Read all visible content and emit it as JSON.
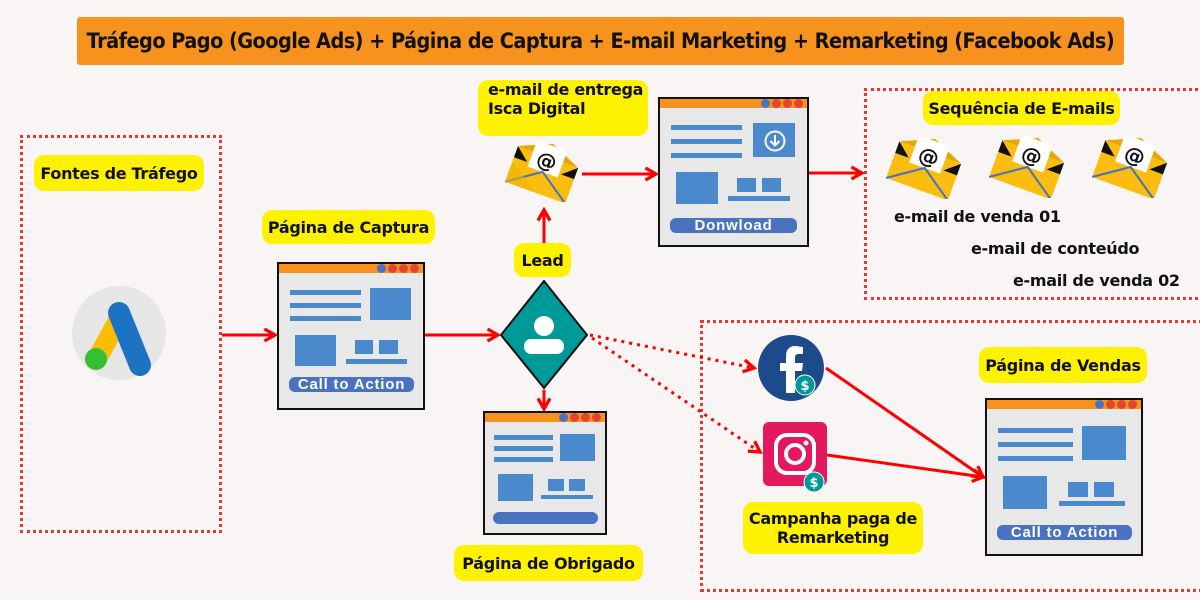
{
  "title": "Tráfego Pago (Google Ads) + Página de Captura + E-mail Marketing + Remarketing (Facebook Ads)",
  "colors": {
    "background": "#f9f5f4",
    "title_bar": "#f7921e",
    "label_bg": "#fff200",
    "arrow": "#ff0000",
    "dotted_border": "#e53a30",
    "block_blue": "#4a8acc",
    "cta_blue": "#4a72c0",
    "lead_teal": "#009999",
    "facebook": "#1d4a8a",
    "instagram": "#e4185c"
  },
  "sections": {
    "traffic_sources": {
      "label": "Fontes de Tráfego",
      "icon": "google-ads-icon"
    },
    "capture_page": {
      "label": "Página de Captura",
      "button": "Call to Action"
    },
    "lead": {
      "label": "Lead",
      "icon": "user-icon"
    },
    "delivery_email": {
      "label_line1": "e-mail de entrega",
      "label_line2": "Isca Digital",
      "icon": "envelope-at-icon"
    },
    "download_page": {
      "button": "Donwload",
      "icon": "download-icon"
    },
    "email_sequence": {
      "label": "Sequência de E-mails",
      "emails": [
        "e-mail de venda 01",
        "e-mail de conteúdo",
        "e-mail de venda 02"
      ]
    },
    "thank_you_page": {
      "label": "Página de Obrigado"
    },
    "remarketing": {
      "label_line1": "Campanha paga de",
      "label_line2": "Remarketing",
      "channels": [
        "facebook-icon",
        "instagram-icon"
      ],
      "badge": "$"
    },
    "sales_page": {
      "label": "Página de Vendas",
      "button": "Call to Action"
    }
  }
}
